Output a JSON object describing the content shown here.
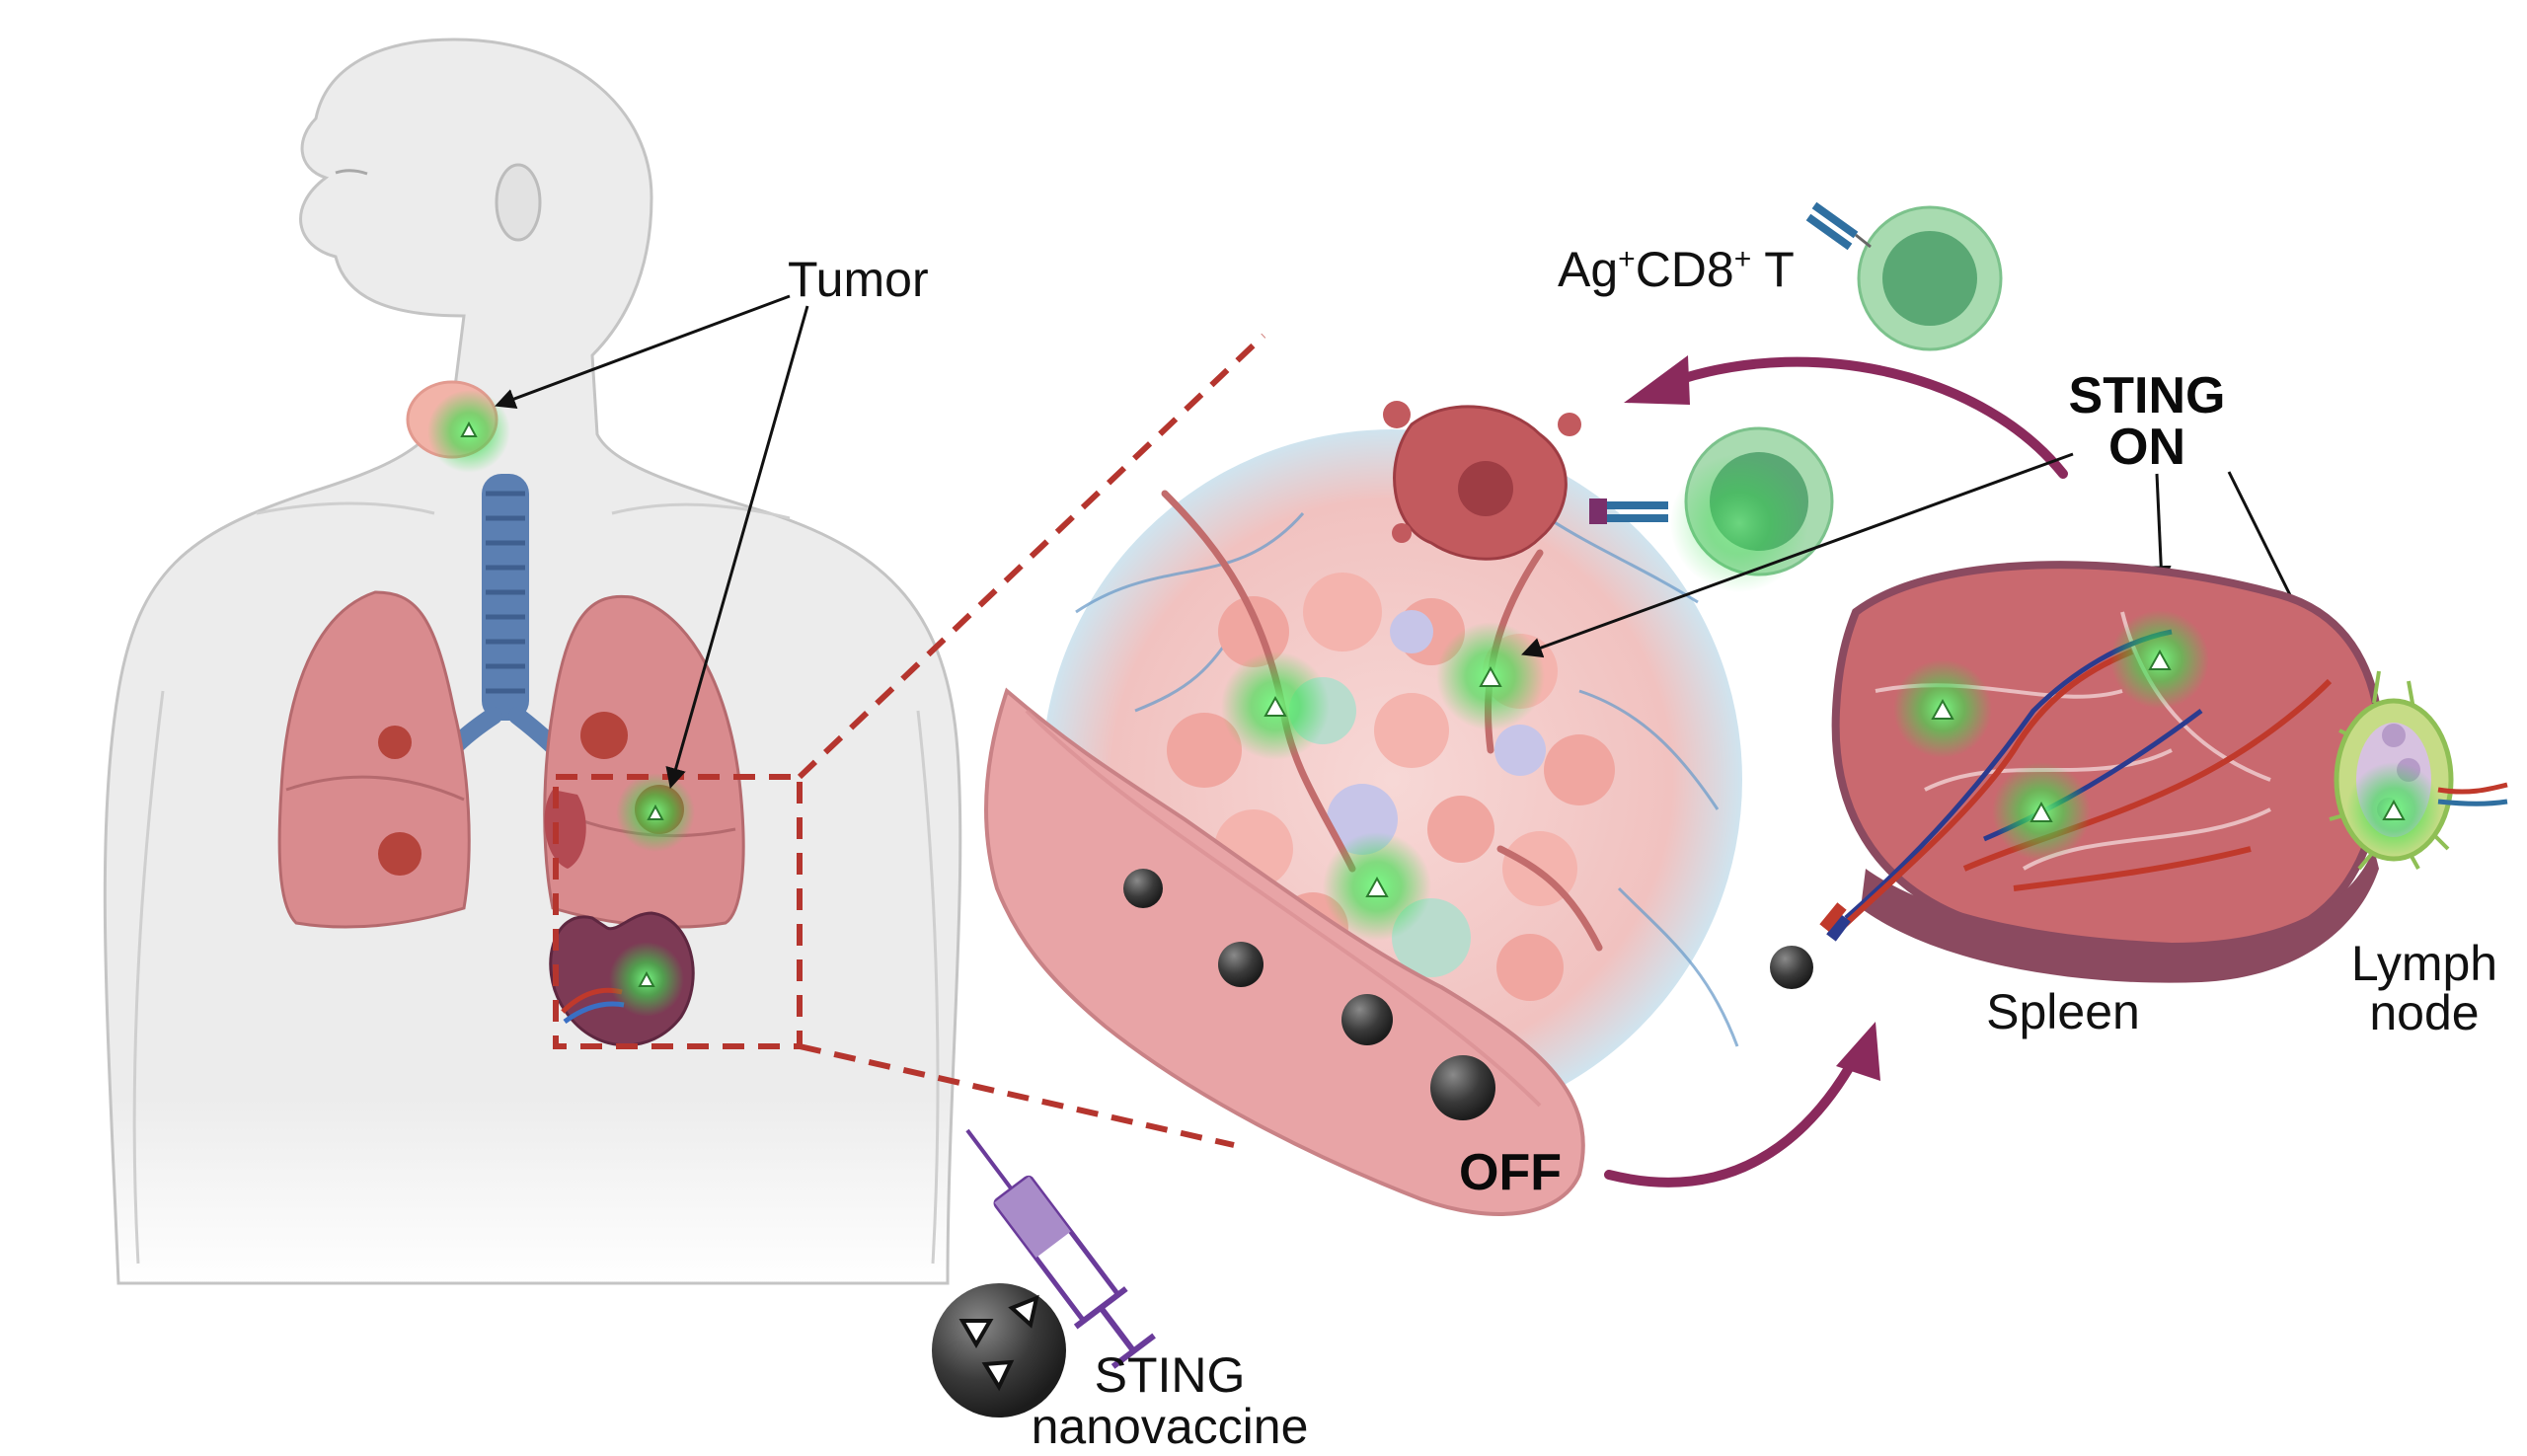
{
  "labels": {
    "tumor": "Tumor",
    "tcell_prefix": "Ag",
    "tcell_sup1": "+",
    "tcell_mid": "CD8",
    "tcell_sup2": "+",
    "tcell_suffix": " T",
    "sting_on_line1": "STING",
    "sting_on_line2": "ON",
    "off": "OFF",
    "spleen": "Spleen",
    "lymph_line1": "Lymph",
    "lymph_line2": "node",
    "nanovaccine_line1": "STING",
    "nanovaccine_line2": "nanovaccine"
  },
  "colors": {
    "body_skin": "#ebebeb",
    "body_outline": "#bdbdbd",
    "lung": "#d98b8e",
    "trachea": "#5b7fb2",
    "tumor_nodule": "#b5443c",
    "green_glow": "#35e04a",
    "dashed_zoom": "#b5352e",
    "magenta_arrow": "#8a2a5c",
    "tcell_outer": "#a8dbb0",
    "tcell_inner": "#5aa874",
    "vessel": "#e8a4a6",
    "spleen_tissue": "#c9696f",
    "spleen_capsule": "#8b4a60",
    "nanoparticle": "#333333"
  }
}
